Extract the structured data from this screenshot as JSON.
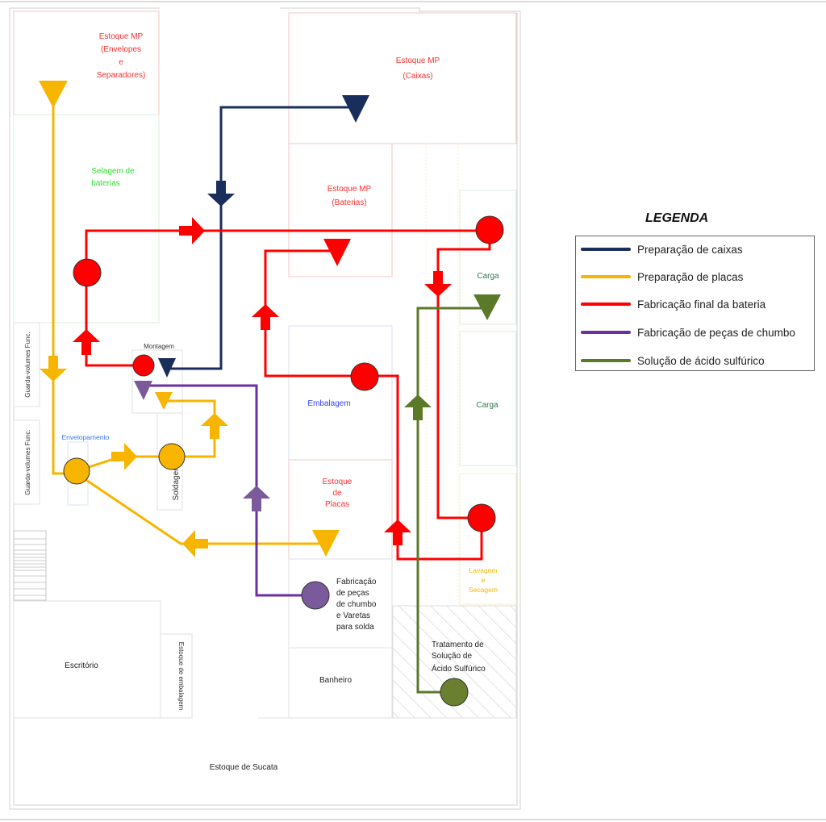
{
  "colors": {
    "caixas": "#1a2e5c",
    "placas": "#f7b500",
    "bateria": "#ff0000",
    "chumbo": "#6a2fa0",
    "chumbo_marker": "#7a5a9a",
    "acido": "#5a7a2a",
    "acido_marker": "#6a7f30"
  },
  "rooms": {
    "estoque_envelopes": [
      "Estoque MP",
      "(Envelopes",
      "e",
      "Separadores)"
    ],
    "estoque_caixas": [
      "Estoque MP",
      "(Caixas)"
    ],
    "selagem": [
      "Selagem de",
      "baterias"
    ],
    "estoque_baterias": [
      "Estoque MP",
      "(Baterias)"
    ],
    "carga_top": "Carga",
    "carga_mid": "Carga",
    "montagem": "Montagem",
    "guarda_volumes_1": "Guarda-volumes Func.",
    "guarda_volumes_2": "Guarda-volumes Func.",
    "envelopamento": "Envelopamento",
    "soldagem": "Soldagem",
    "embalagem": "Embalagem",
    "estoque_placas": [
      "Estoque",
      "de",
      "Placas"
    ],
    "lavagem": [
      "Lavagem",
      "e",
      "Secagem"
    ],
    "fabricacao_chumbo": [
      "Fabricação",
      "de peças",
      "de chumbo",
      "e Varetas",
      "para solda"
    ],
    "tratamento": [
      "Tratamento de",
      "Solução de",
      "Ácido Sulfúrico"
    ],
    "banheiro": "Banheiro",
    "escritorio": "Escritório",
    "estoque_embalagem": "Estoque de embalagem",
    "estoque_sucata": "Estoque de Sucata"
  },
  "legend": {
    "title": "LEGENDA",
    "items": [
      {
        "label": "Preparação de caixas",
        "color": "#1a2e5c"
      },
      {
        "label": "Preparação de placas",
        "color": "#f7b500"
      },
      {
        "label": "Fabricação final da bateria",
        "color": "#ff0000"
      },
      {
        "label": "Fabricação de peças de chumbo",
        "color": "#6a2fa0"
      },
      {
        "label": "Solução de ácido sulfúrico",
        "color": "#5a7a2a"
      }
    ]
  }
}
